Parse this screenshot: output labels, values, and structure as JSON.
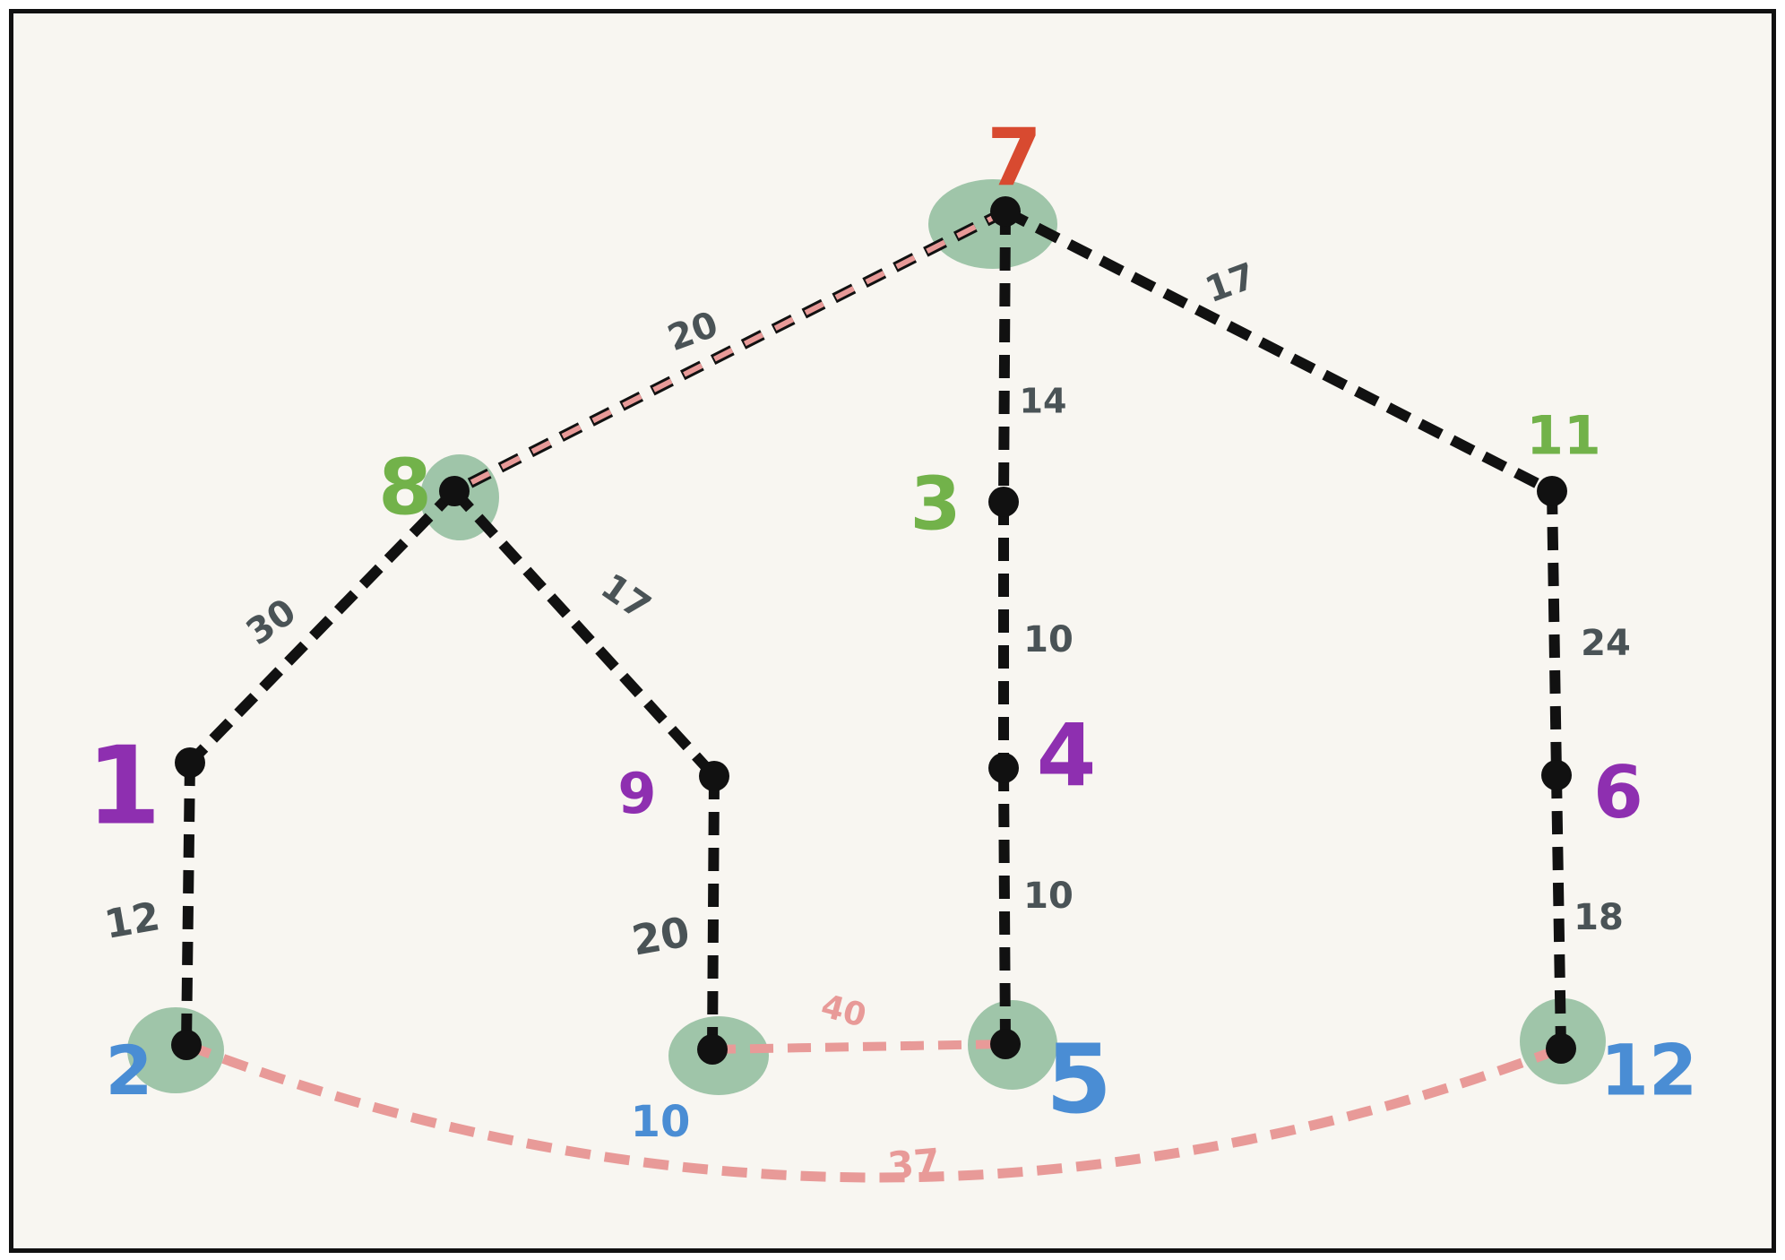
{
  "colors": {
    "background": "#f8f6f1",
    "edge": "#111111",
    "highlight_edge": "#e89a98",
    "edge_label": "#4a5356",
    "highlight_label": "#e89a98",
    "node_fill": "#8fbc9c",
    "label_red": "#d84a30",
    "label_green": "#72b24a",
    "label_purple": "#8e2fb0",
    "label_blue": "#4a8dd4"
  },
  "nodes": [
    {
      "id": "7",
      "label": "7",
      "color": "label_red",
      "highlighted": true
    },
    {
      "id": "8",
      "label": "8",
      "color": "label_green",
      "highlighted": true
    },
    {
      "id": "3",
      "label": "3",
      "color": "label_green",
      "highlighted": false
    },
    {
      "id": "11",
      "label": "11",
      "color": "label_green",
      "highlighted": false
    },
    {
      "id": "1",
      "label": "1",
      "color": "label_purple",
      "highlighted": false
    },
    {
      "id": "9",
      "label": "9",
      "color": "label_purple",
      "highlighted": false
    },
    {
      "id": "4",
      "label": "4",
      "color": "label_purple",
      "highlighted": false
    },
    {
      "id": "6",
      "label": "6",
      "color": "label_purple",
      "highlighted": false
    },
    {
      "id": "2",
      "label": "2",
      "color": "label_blue",
      "highlighted": true
    },
    {
      "id": "10",
      "label": "10",
      "color": "label_blue",
      "highlighted": true
    },
    {
      "id": "5",
      "label": "5",
      "color": "label_blue",
      "highlighted": true
    },
    {
      "id": "12",
      "label": "12",
      "color": "label_blue",
      "highlighted": true
    }
  ],
  "edges": [
    {
      "from": "7",
      "to": "8",
      "weight": "20",
      "highlighted": true
    },
    {
      "from": "7",
      "to": "3",
      "weight": "14",
      "highlighted": false
    },
    {
      "from": "7",
      "to": "11",
      "weight": "17",
      "highlighted": false
    },
    {
      "from": "8",
      "to": "1",
      "weight": "30",
      "highlighted": false
    },
    {
      "from": "8",
      "to": "9",
      "weight": "17",
      "highlighted": false
    },
    {
      "from": "3",
      "to": "4",
      "weight": "10",
      "highlighted": false
    },
    {
      "from": "4",
      "to": "5",
      "weight": "10",
      "highlighted": false
    },
    {
      "from": "11",
      "to": "6",
      "weight": "24",
      "highlighted": false
    },
    {
      "from": "6",
      "to": "12",
      "weight": "18",
      "highlighted": false
    },
    {
      "from": "1",
      "to": "2",
      "weight": "12",
      "highlighted": false
    },
    {
      "from": "9",
      "to": "10",
      "weight": "20",
      "highlighted": false
    },
    {
      "from": "10",
      "to": "5",
      "weight": "40",
      "highlighted": true
    },
    {
      "from": "2",
      "to": "12",
      "weight": "37",
      "highlighted": true
    }
  ]
}
